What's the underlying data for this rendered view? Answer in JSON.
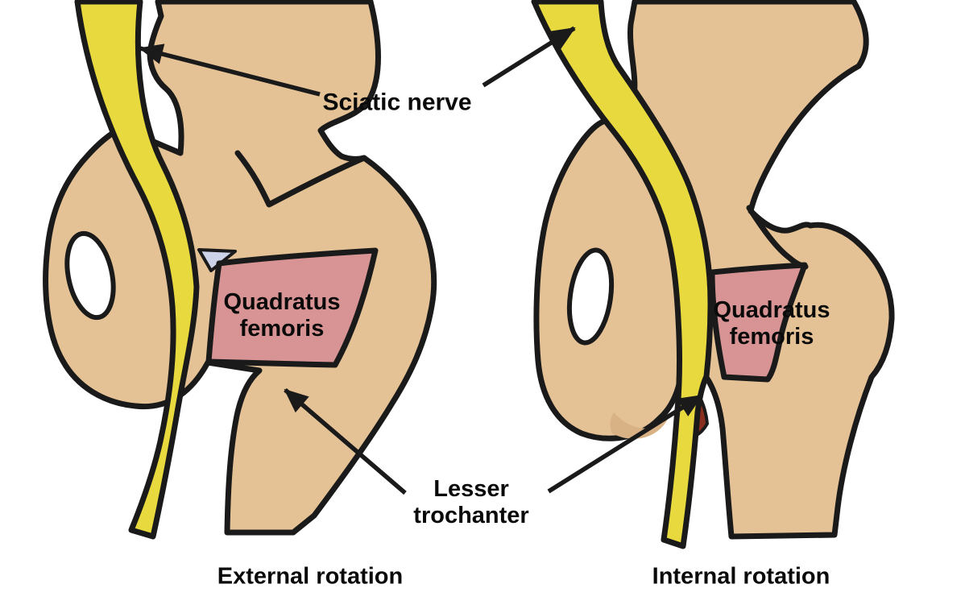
{
  "diagram": {
    "labels": {
      "sciatic_nerve": "Sciatic nerve",
      "quadratus_line1": "Quadratus",
      "quadratus_line2": "femoris",
      "lesser_line1": "Lesser",
      "lesser_line2": "trochanter"
    },
    "panels": [
      {
        "id": "external",
        "caption": "External rotation"
      },
      {
        "id": "internal",
        "caption": "Internal rotation"
      }
    ],
    "annotations": [
      {
        "label": "Sciatic nerve",
        "arrows": 2,
        "points_to": "yellow nerve band in each panel"
      },
      {
        "label": "Quadratus femoris",
        "instances": 2,
        "points_to": "pink muscle in each panel"
      },
      {
        "label": "Lesser trochanter",
        "arrows": 2,
        "points_to": "medial femur prominence in each panel"
      }
    ],
    "colors": {
      "background": "#ffffff",
      "bone": "#e4c295",
      "bone_shadow": "#d8b184",
      "nerve_yellow": "#e7d93e",
      "muscle_pink": "#d89494",
      "trochanter_maroon": "#8a2e1e",
      "ligament_blue": "#ccd3e8",
      "foramen_white": "#ffffff",
      "outline": "#1a1a1a",
      "text": "#0a0a0a"
    }
  }
}
